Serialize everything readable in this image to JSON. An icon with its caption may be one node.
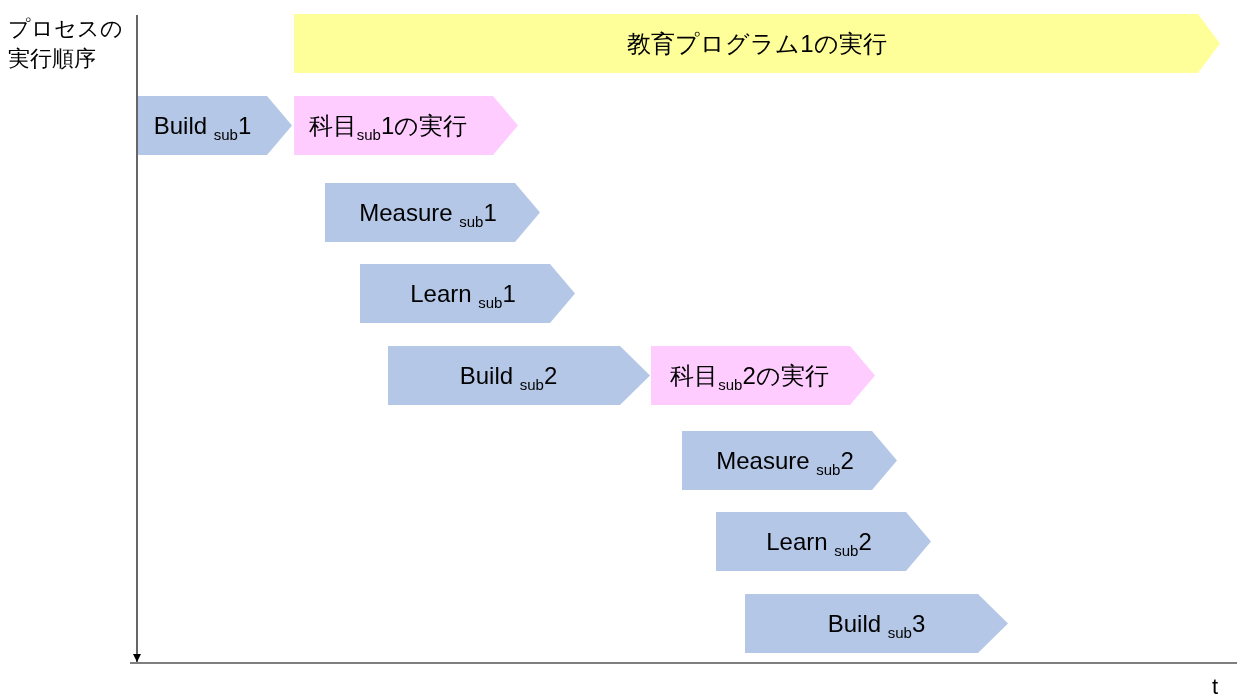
{
  "diagram": {
    "nodes": [
      {
        "text": [
          "教育プログラム1の実行"
        ]
      },
      {
        "text": [
          "Build $_{sub}$1"
        ]
      },
      {
        "text": [
          "科目$_{sub}$1の実行"
        ]
      },
      {
        "text": [
          "Measure $_{sub}$1"
        ]
      },
      {
        "text": [
          "Learn $_{sub}$1"
        ]
      },
      {
        "text": [
          "Build $_{sub}$2"
        ]
      },
      {
        "text": [
          "科目$_{sub}$2の実行"
        ]
      },
      {
        "text": [
          "Measure $_{sub}$2"
        ]
      },
      {
        "text": [
          "Learn $_{sub}$2"
        ]
      },
      {
        "text": [
          "Build $_{sub}$3"
        ]
      }
    ],
    "labels": [
      "プロセスの実行順序",
      "t"
    ]
  }
}
